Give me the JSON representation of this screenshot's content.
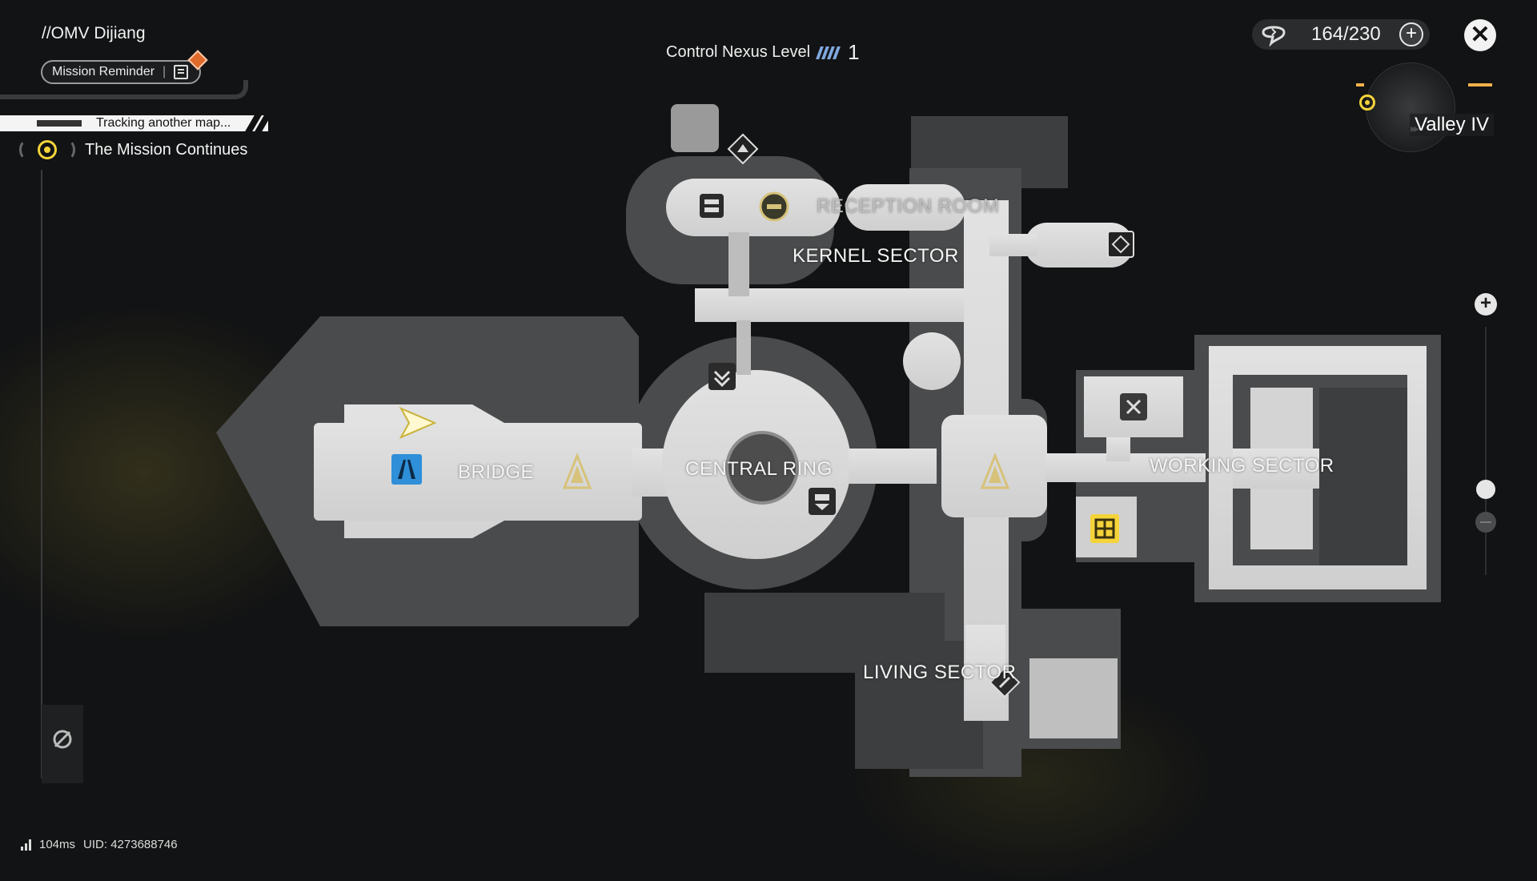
{
  "header": {
    "location": "//OMV Dijiang",
    "mission_reminder_label": "Mission Reminder",
    "tracking_text": "Tracking another map...",
    "mission_name": "The Mission Continues"
  },
  "nexus": {
    "label": "Control Nexus Level",
    "level": "1"
  },
  "stamina": {
    "value": "164/230",
    "plus_label": "+"
  },
  "close_label": "✕",
  "region": {
    "name": "Valley IV"
  },
  "zoom": {
    "in_label": "+",
    "level": 0.35
  },
  "map": {
    "labels": {
      "reception_room": "RECEPTION ROOM",
      "kernel_sector": "KERNEL SECTOR",
      "bridge": "BRIDGE",
      "central_ring": "CENTRAL RING",
      "working_sector": "WORKING SECTOR",
      "living_sector": "LIVING SECTOR"
    }
  },
  "footer": {
    "ping": "104ms",
    "uid": "UID: 4273688746"
  },
  "colors": {
    "accent_yellow": "#f5d43a",
    "reminder_orange": "#e0692c",
    "player_blue": "#2f8fd8",
    "map_floor": "#d9d9d9",
    "map_shadow": "#4a4b4c"
  }
}
